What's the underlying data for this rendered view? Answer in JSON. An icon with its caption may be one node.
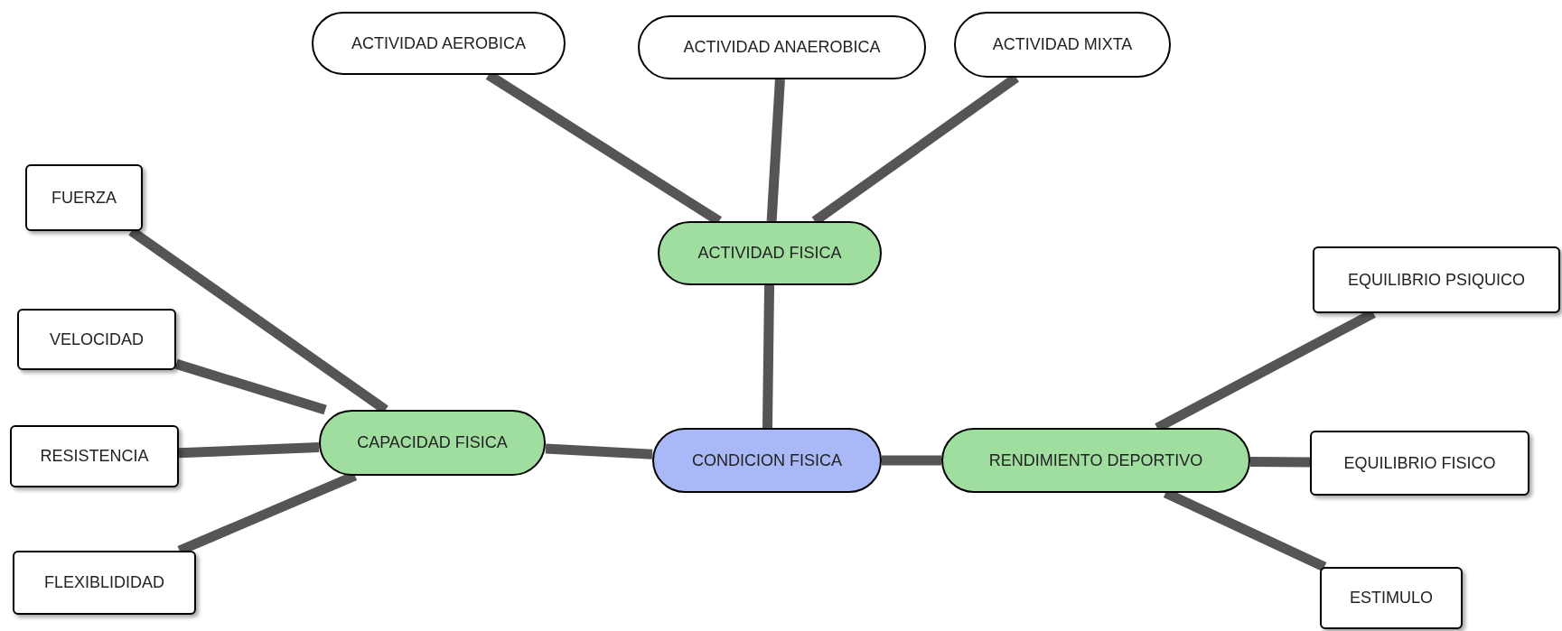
{
  "diagram": {
    "nodes": [
      {
        "text": [
          "CONDICION FISICA"
        ]
      },
      {
        "text": [
          "ACTIVIDAD FISICA"
        ]
      },
      {
        "text": [
          "ACTIVIDAD AEROBICA"
        ]
      },
      {
        "text": [
          "ACTIVIDAD ANAEROBICA"
        ]
      },
      {
        "text": [
          "ACTIVIDAD MIXTA"
        ]
      },
      {
        "text": [
          "CAPACIDAD FISICA"
        ]
      },
      {
        "text": [
          "FUERZA"
        ]
      },
      {
        "text": [
          "VELOCIDAD"
        ]
      },
      {
        "text": [
          "RESISTENCIA"
        ]
      },
      {
        "text": [
          "FLEXIBLIDIDAD"
        ]
      },
      {
        "text": [
          "RENDIMIENTO DEPORTIVO"
        ]
      },
      {
        "text": [
          "EQUILIBRIO PSIQUICO"
        ]
      },
      {
        "text": [
          "EQUILIBRIO FISICO"
        ]
      },
      {
        "text": [
          "ESTIMULO"
        ]
      }
    ],
    "edges": [
      {
        "from": 0,
        "to": 1,
        "arrow": "none"
      },
      {
        "from": 1,
        "to": 2,
        "arrow": "none"
      },
      {
        "from": 1,
        "to": 3,
        "arrow": "none"
      },
      {
        "from": 1,
        "to": 4,
        "arrow": "none"
      },
      {
        "from": 0,
        "to": 5,
        "arrow": "none"
      },
      {
        "from": 5,
        "to": 6,
        "arrow": "none"
      },
      {
        "from": 5,
        "to": 7,
        "arrow": "none"
      },
      {
        "from": 5,
        "to": 8,
        "arrow": "none"
      },
      {
        "from": 5,
        "to": 9,
        "arrow": "none"
      },
      {
        "from": 0,
        "to": 10,
        "arrow": "none"
      },
      {
        "from": 10,
        "to": 11,
        "arrow": "none"
      },
      {
        "from": 10,
        "to": 12,
        "arrow": "none"
      },
      {
        "from": 10,
        "to": 13,
        "arrow": "none"
      }
    ]
  }
}
